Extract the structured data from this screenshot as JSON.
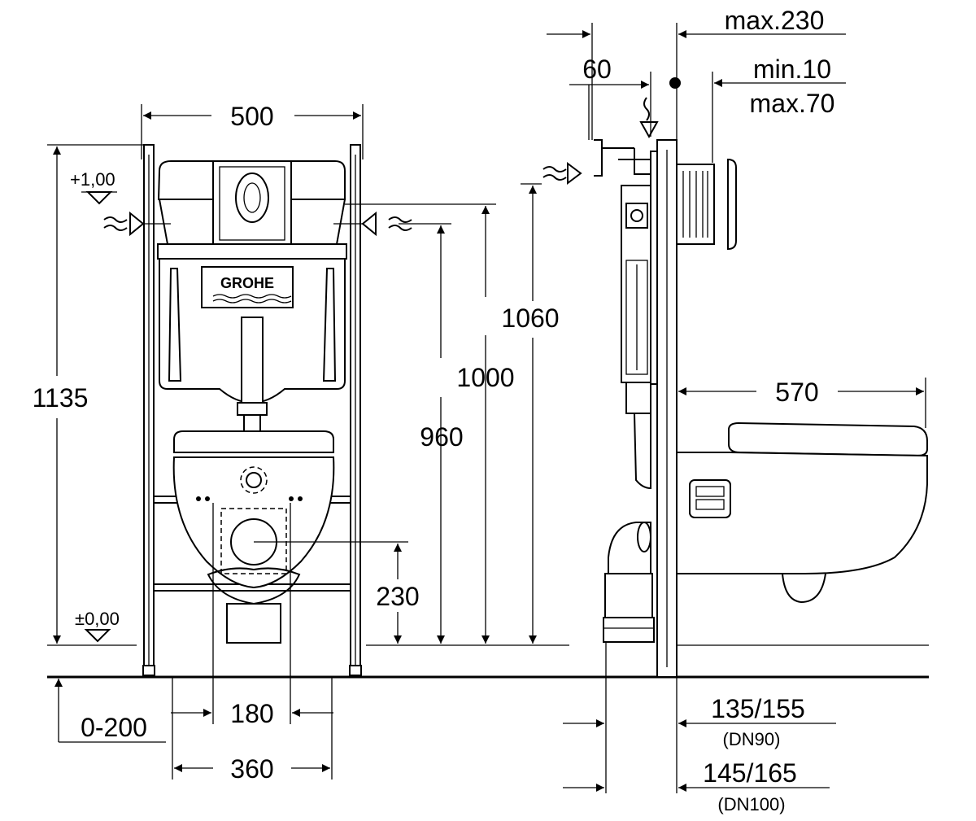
{
  "front_view": {
    "brand_logo": "GROHE",
    "dim_width_frame": "500",
    "dim_total_height": "1135",
    "dim_level_top": "+1,00",
    "dim_level_floor": "±0,00",
    "dim_height_1060": "1060",
    "dim_height_1000": "1000",
    "dim_height_960": "960",
    "dim_drain_height": "230",
    "dim_floor_adjust": "0-200",
    "dim_bolt_spacing": "180",
    "dim_foot_spacing": "360"
  },
  "side_view": {
    "dim_max_depth": "max.230",
    "dim_offset": "60",
    "dim_wall_min": "min.10",
    "dim_wall_max": "max.70",
    "dim_projection": "570",
    "dim_dn90_value": "135/155",
    "dim_dn90_label": "(DN90)",
    "dim_dn100_value": "145/165",
    "dim_dn100_label": "(DN100)"
  }
}
